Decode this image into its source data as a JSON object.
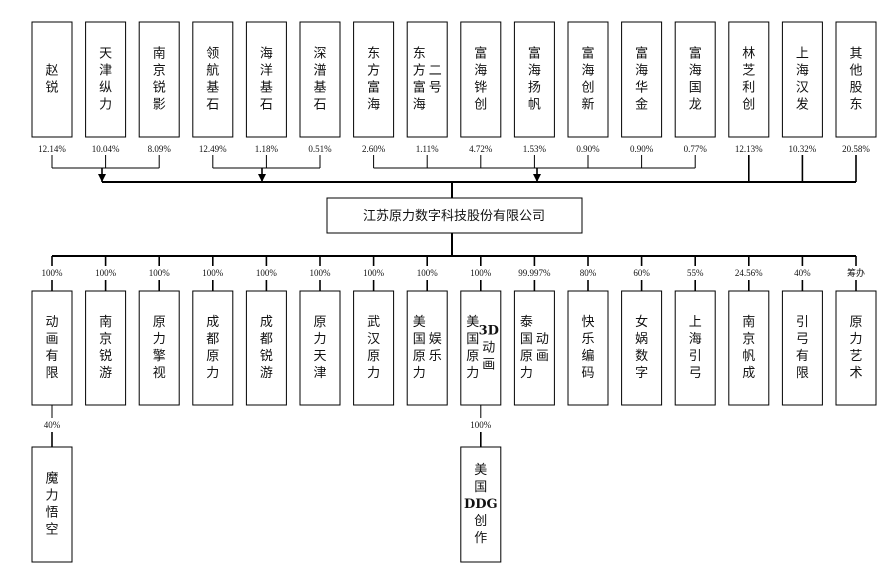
{
  "company": {
    "name": "江苏原力数字科技股份有限公司"
  },
  "shareholders": [
    {
      "name": "赵锐",
      "pct": "12.14%",
      "group": 1
    },
    {
      "name": "天津纵力",
      "pct": "10.04%",
      "group": 1
    },
    {
      "name": "南京锐影",
      "pct": "8.09%",
      "group": 1
    },
    {
      "name": "领航基石",
      "pct": "12.49%",
      "group": 2
    },
    {
      "name": "海洋基石",
      "pct": "1.18%",
      "group": 2
    },
    {
      "name": "深潽基石",
      "pct": "0.51%",
      "group": 2
    },
    {
      "name": "东方富海",
      "pct": "2.60%",
      "group": 3
    },
    {
      "name": "东方富海二号",
      "pct": "1.11%",
      "group": 3
    },
    {
      "name": "富海铧创",
      "pct": "4.72%",
      "group": 3
    },
    {
      "name": "富海扬帆",
      "pct": "1.53%",
      "group": 3
    },
    {
      "name": "富海创新",
      "pct": "0.90%",
      "group": 3
    },
    {
      "name": "富海华金",
      "pct": "0.90%",
      "group": 3
    },
    {
      "name": "富海国龙",
      "pct": "0.77%",
      "group": 3
    },
    {
      "name": "林芝利创",
      "pct": "12.13%",
      "group": 0
    },
    {
      "name": "上海汉发",
      "pct": "10.32%",
      "group": 0
    },
    {
      "name": "其他股东",
      "pct": "20.58%",
      "group": 0
    }
  ],
  "subsidiaries": [
    {
      "name": "动画有限",
      "pct": "100%",
      "sub": {
        "name": "魔力悟空",
        "pct": "40%"
      }
    },
    {
      "name": "南京锐游",
      "pct": "100%"
    },
    {
      "name": "原力擎视",
      "pct": "100%"
    },
    {
      "name": "成都原力",
      "pct": "100%"
    },
    {
      "name": "成都锐游",
      "pct": "100%"
    },
    {
      "name": "原力天津",
      "pct": "100%"
    },
    {
      "name": "武汉原力",
      "pct": "100%"
    },
    {
      "name": "美国原力娱乐",
      "pct": "100%"
    },
    {
      "name": "美国原力3D动画",
      "pct": "100%",
      "sub": {
        "name": "美国DDG创作",
        "pct": "100%"
      }
    },
    {
      "name": "泰国原力动画",
      "pct": "99.997%"
    },
    {
      "name": "快乐编码",
      "pct": "80%"
    },
    {
      "name": "女娲数字",
      "pct": "60%"
    },
    {
      "name": "上海引弓",
      "pct": "55%"
    },
    {
      "name": "南京帆成",
      "pct": "24.56%"
    },
    {
      "name": "引弓有限",
      "pct": "40%"
    },
    {
      "name": "原力艺术",
      "pct": "筹办"
    }
  ]
}
